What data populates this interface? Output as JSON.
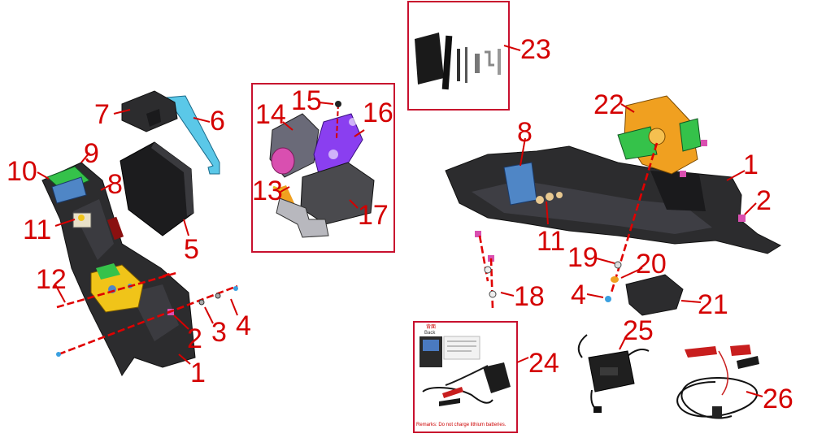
{
  "callouts": {
    "left": {
      "c7": "7",
      "c6": "6",
      "c9": "9",
      "c10": "10",
      "c8": "8",
      "c11": "11",
      "c5": "5",
      "c12": "12",
      "c2": "2",
      "c3": "3",
      "c4": "4",
      "c1": "1"
    },
    "center": {
      "c15": "15",
      "c14": "14",
      "c16": "16",
      "c13": "13",
      "c17": "17"
    },
    "top": {
      "c23": "23"
    },
    "right": {
      "c22": "22",
      "c8": "8",
      "c1": "1",
      "c2": "2",
      "c11": "11",
      "c19": "19",
      "c20": "20",
      "c18": "18",
      "c4": "4",
      "c21": "21"
    },
    "bottom": {
      "c24": "24",
      "c25": "25",
      "c26": "26"
    }
  },
  "charger_card": {
    "side_label_cn": "背面",
    "side_label_en": "Back",
    "remark": "Remarks: Do not charge lithium batteries."
  },
  "colors": {
    "callout": "#d40000",
    "frame": "#c8102e",
    "housing": "#2c2c2e",
    "accent_green": "#35c24a",
    "accent_blue": "#4f86c6",
    "accent_yellow": "#f0c419",
    "accent_purple": "#8a3ff0",
    "accent_pink": "#d94fb0",
    "accent_orange": "#f0a020",
    "strap_cyan": "#5bc8e8"
  }
}
